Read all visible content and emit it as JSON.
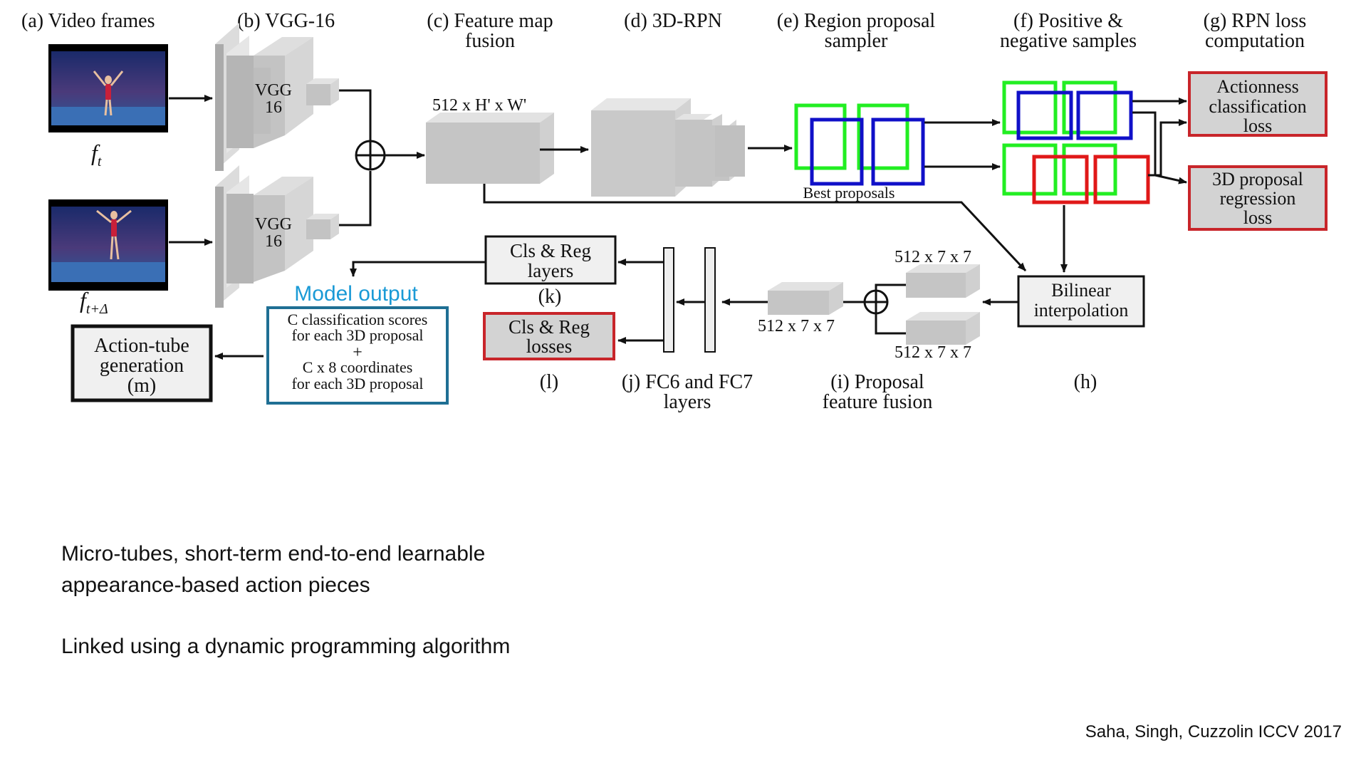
{
  "diagram": {
    "stage_labels": {
      "a": "(a) Video frames",
      "b": "(b) VGG-16",
      "c_line1": "(c) Feature map",
      "c_line2": "fusion",
      "d": "(d) 3D-RPN",
      "e_line1": "(e) Region  proposal",
      "e_line2": "sampler",
      "f_line1": "(f) Positive &",
      "f_line2": "negative samples",
      "g_line1": "(g) RPN loss",
      "g_line2": "computation",
      "h": "(h)",
      "i_line1": "(i) Proposal",
      "i_line2": "feature fusion",
      "j_line1": "(j) FC6 and FC7",
      "j_line2": "layers",
      "l": "(l)",
      "k": "(k)"
    },
    "frame_labels": {
      "ft": "f",
      "ft_sub": "t",
      "ftd": "f",
      "ftd_sub": "t+Δ"
    },
    "vgg_label_line1": "VGG",
    "vgg_label_line2": "16",
    "fusion_dims": "512 x  H' x W'",
    "best_proposals": "Best proposals",
    "roi_dims": "512 x  7 x 7",
    "boxes": {
      "actionness_line1": "Actionness",
      "actionness_line2": "classification",
      "actionness_line3": "loss",
      "proposal_reg_line1": "3D proposal",
      "proposal_reg_line2": "regression",
      "proposal_reg_line3": "loss",
      "bilinear_line1": "Bilinear",
      "bilinear_line2": "interpolation",
      "cls_reg_layers_line1": "Cls & Reg",
      "cls_reg_layers_line2": "layers",
      "cls_reg_losses_line1": "Cls & Reg",
      "cls_reg_losses_line2": "losses",
      "action_tube_line1": "Action-tube",
      "action_tube_line2": "generation",
      "action_tube_line3": "(m)"
    },
    "model_output": {
      "title": "Model output",
      "line1": "C classification scores",
      "line2": "for each 3D proposal",
      "line3": "+",
      "line4": "C x 8 coordinates",
      "line5": "for each 3D proposal"
    }
  },
  "slide": {
    "bullet1_line1": "Micro-tubes, short-term end-to-end learnable",
    "bullet1_line2": "appearance-based action pieces",
    "bullet2": "Linked using a dynamic programming algorithm",
    "citation": "Saha, Singh, Cuzzolin ICCV 2017"
  },
  "colors": {
    "green": "#22ee22",
    "blue": "#1010c8",
    "red": "#e01818",
    "loss_border": "#c8252a",
    "model_output_border": "#1f6f94",
    "model_output_title": "#1a9ad6",
    "block_gray": "#c9c9c9"
  }
}
